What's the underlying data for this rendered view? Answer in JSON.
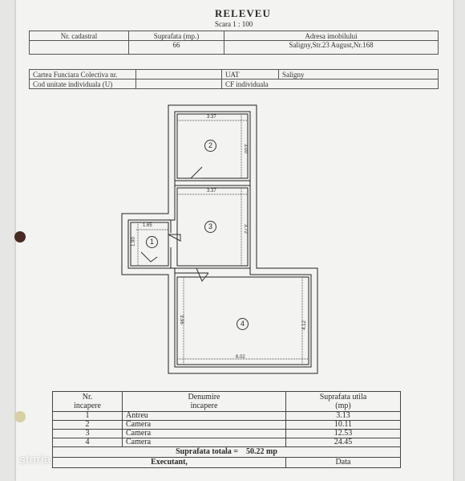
{
  "header": {
    "title": "RELEVEU",
    "scale": "Scara 1 : 100"
  },
  "top_table": {
    "col1_label": "Nr. cadastral",
    "col2_label": "Suprafata (mp.)",
    "col2_value": "66",
    "col3_label": "Adresa imobilului",
    "col3_value": "Saligny,Str.23 August,Nr.168"
  },
  "second_table": {
    "row1_label": "Cartea Funciara Colectiva nr.",
    "row1_mid_label": "UAT",
    "row1_mid_value": "Saligny",
    "row2_label": "Cod unitate individuala (U)",
    "row2_mid_label": "CF individuala"
  },
  "plan": {
    "rooms": [
      {
        "id": "1",
        "label": "1"
      },
      {
        "id": "2",
        "label": "2"
      },
      {
        "id": "3",
        "label": "3"
      },
      {
        "id": "4",
        "label": "4"
      }
    ],
    "dimensions": {
      "room2_width": "3.37",
      "room2_height": "3.00",
      "room3_width": "3.37",
      "room3_height": "3.72",
      "room1_width": "1.65",
      "room1_height": "1.90",
      "room4_left_height": "3.96",
      "room4_right_height": "4.12",
      "room4_width": "6.02"
    }
  },
  "rooms_table": {
    "headers": {
      "nr_line1": "Nr.",
      "nr_line2": "incapere",
      "name_line1": "Denumire",
      "name_line2": "incapere",
      "area_line1": "Suprafata utila",
      "area_line2": "(mp)"
    },
    "rows": [
      {
        "nr": "1",
        "name": "Antreu",
        "area": "3.13"
      },
      {
        "nr": "2",
        "name": "Camera",
        "area": "10.11"
      },
      {
        "nr": "3",
        "name": "Camera",
        "area": "12.53"
      },
      {
        "nr": "4",
        "name": "Camera",
        "area": "24.45"
      }
    ],
    "total_label": "Suprafata totala =",
    "total_value": "50.22 mp",
    "executant_label": "Executant,",
    "data_label": "Data"
  },
  "watermark": "storia"
}
